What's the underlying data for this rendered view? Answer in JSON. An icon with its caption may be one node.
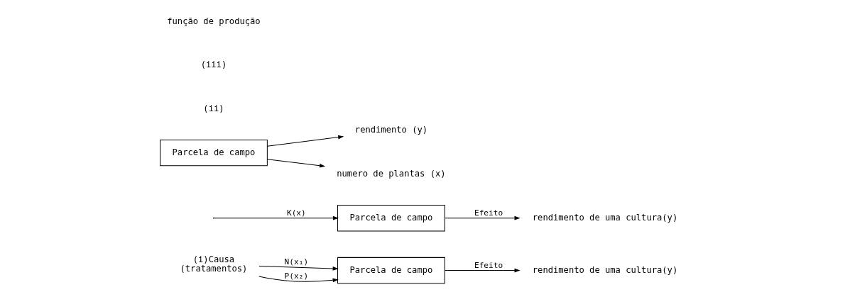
{
  "diagram": {
    "nodes": [
      {
        "text": [
          "(i)Causa"
        ],
        "beside": [
          "(tratamentos)"
        ]
      },
      {
        "text": [
          "Parcela de campo"
        ]
      },
      {
        "text": [
          "rendimento de uma cultura(y)"
        ]
      },
      {
        "text": [
          "Parcela de campo"
        ]
      },
      {
        "text": [
          "rendimento de uma cultura(y)"
        ]
      },
      {
        "text": [
          "Parcela de campo"
        ]
      },
      {
        "text": [
          "rendimento (y)"
        ]
      },
      {
        "text": [
          "numero de plantas (x)"
        ]
      }
    ],
    "edges": [
      {
        "from": 0,
        "to": 1,
        "arrow": "to",
        "label": "N(x₁)"
      },
      {
        "from": 0,
        "to": 1,
        "arrow": "to",
        "label": "P(x₂)"
      },
      {
        "from": 1,
        "to": 2,
        "arrow": "to",
        "label": "Efeito"
      },
      {
        "from": null,
        "to": 3,
        "arrow": "to",
        "label": "K(x)"
      },
      {
        "from": 3,
        "to": 4,
        "arrow": "to",
        "label": "Efeito"
      },
      {
        "from": 5,
        "to": 6,
        "arrow": "to"
      },
      {
        "from": 5,
        "to": 7,
        "arrow": "to"
      }
    ],
    "labels": [
      "(ii)",
      "(iii)",
      "função de produção"
    ]
  }
}
